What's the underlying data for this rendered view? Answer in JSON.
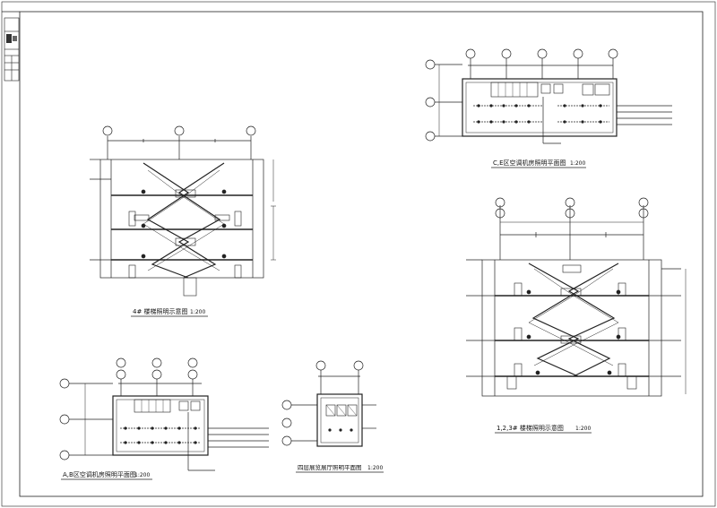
{
  "drawing": {
    "stair4": {
      "title": "4# 楼梯照明示意图",
      "scale": "1:200"
    },
    "stair123": {
      "title": "1,2,3# 楼梯照明示意图",
      "scale": "1:200"
    },
    "ce_room": {
      "title": "C,E区空调机房照明平面图",
      "scale": "1:200"
    },
    "ab_room": {
      "title": "A,B区空调机房照明平面图",
      "scale": "1:200"
    },
    "exhibit_room": {
      "title": "四层展览展厅照明平面图",
      "scale": "1:200"
    }
  },
  "colors": {
    "line": "#222222",
    "paper": "#ffffff"
  }
}
